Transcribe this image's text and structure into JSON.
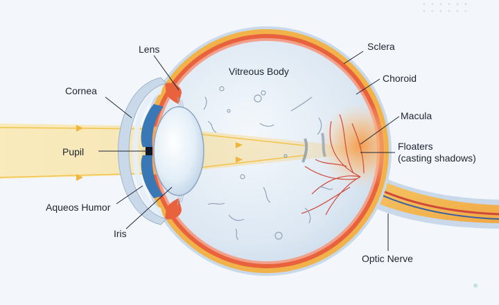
{
  "labels": {
    "lens": "Lens",
    "vitreous_body": "Vitreous Body",
    "sclera": "Sclera",
    "cornea": "Cornea",
    "choroid": "Choroid",
    "macula": "Macula",
    "pupil": "Pupil",
    "floaters_line1": "Floaters",
    "floaters_line2": "(casting shadows)",
    "aqueous_humor": "Aqueos Humor",
    "iris": "Iris",
    "optic_nerve": "Optic Nerve"
  },
  "colors": {
    "background": "#f3f7fb",
    "sclera": "#f2b24a",
    "choroid": "#e8623e",
    "vitreous": "#dce7f2",
    "iris": "#3a78b5",
    "light_beam": "#f9de8a",
    "macula_glow": "#f5a65b",
    "vessel": "#d0483a",
    "label_text": "#1d2330",
    "leader_line": "#1d2330"
  }
}
